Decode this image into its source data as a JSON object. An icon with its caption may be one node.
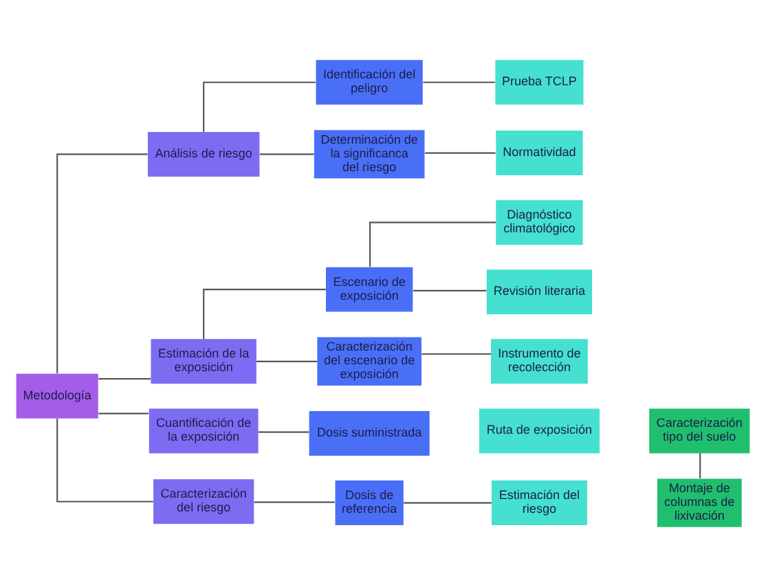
{
  "diagram": {
    "nodes": [
      {
        "text": [
          "Metodología"
        ]
      },
      {
        "text": [
          "Análisis de riesgo"
        ]
      },
      {
        "text": [
          "Identificación del peligro"
        ]
      },
      {
        "text": [
          "Prueba TCLP"
        ]
      },
      {
        "text": [
          "Determinación de la significanca del riesgo"
        ]
      },
      {
        "text": [
          "Normatividad"
        ]
      },
      {
        "text": [
          "Estimación de la exposición"
        ]
      },
      {
        "text": [
          "Escenario de exposición"
        ]
      },
      {
        "text": [
          "Diagnóstico climatológico"
        ]
      },
      {
        "text": [
          "Revisión literaria"
        ]
      },
      {
        "text": [
          "Caracterización del escenario de exposición"
        ]
      },
      {
        "text": [
          "Instrumento de recolección"
        ]
      },
      {
        "text": [
          "Ruta de exposición"
        ]
      },
      {
        "text": [
          "Caracterización tipo del suelo"
        ]
      },
      {
        "text": [
          "Montaje de columnas de lixivación"
        ]
      },
      {
        "text": [
          "Cuantificación de la exposición"
        ]
      },
      {
        "text": [
          "Dosis suministrada"
        ]
      },
      {
        "text": [
          "Caracterización del riesgo"
        ]
      },
      {
        "text": [
          "Dosis de referencia"
        ]
      },
      {
        "text": [
          "Estimación del riesgo"
        ]
      }
    ],
    "edges": [
      {
        "from": 0,
        "to": 1,
        "arrow": "none"
      },
      {
        "from": 0,
        "to": 6,
        "arrow": "none"
      },
      {
        "from": 0,
        "to": 15,
        "arrow": "none"
      },
      {
        "from": 0,
        "to": 17,
        "arrow": "none"
      },
      {
        "from": 1,
        "to": 2,
        "arrow": "none"
      },
      {
        "from": 1,
        "to": 4,
        "arrow": "none"
      },
      {
        "from": 2,
        "to": 3,
        "arrow": "none"
      },
      {
        "from": 4,
        "to": 5,
        "arrow": "none"
      },
      {
        "from": 6,
        "to": 7,
        "arrow": "none"
      },
      {
        "from": 6,
        "to": 10,
        "arrow": "none"
      },
      {
        "from": 7,
        "to": 8,
        "arrow": "none"
      },
      {
        "from": 7,
        "to": 9,
        "arrow": "none"
      },
      {
        "from": 10,
        "to": 11,
        "arrow": "none"
      },
      {
        "from": 13,
        "to": 14,
        "arrow": "none"
      },
      {
        "from": 15,
        "to": 16,
        "arrow": "none"
      },
      {
        "from": 17,
        "to": 18,
        "arrow": "none"
      },
      {
        "from": 18,
        "to": 19,
        "arrow": "none"
      }
    ]
  }
}
